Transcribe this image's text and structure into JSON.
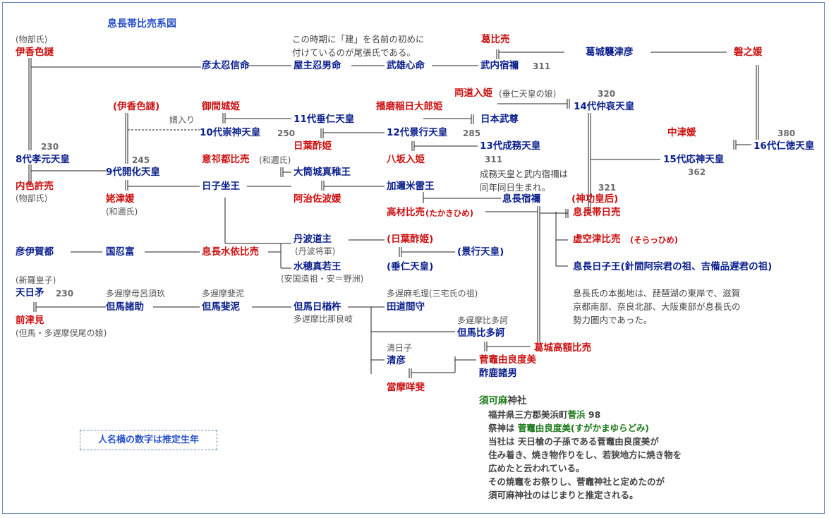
{
  "title": "息長帯比売系図",
  "legend": "人名横の数字は推定生年",
  "note_top": [
    "この時期に「建」を名前の初めに",
    "付けているのが尾張氏である。"
  ],
  "note_seimu": [
    "成務天皇と武内宿禰は",
    "同年同日生まれ。"
  ],
  "note_okinaga": [
    "息長氏の本拠地は、琵琶湖の東岸で、滋賀",
    "京都南部、奈良北部、大阪東部が息長氏の",
    "勢力圏内であった。"
  ],
  "sugama": {
    "shrine_a": "須可麻",
    "shrine_b": "神社",
    "addr_a": "福井県三方郡美浜町",
    "addr_b": "菅浜",
    "addr_c": " 98",
    "god_a": "祭神は ",
    "god_b": "菅竈由良度美(すがかまゆらどみ)",
    "lines": [
      "当社は 天日槍の子孫である菅竈由良度美が",
      "住み着き、焼き物作りをし、若狭地方に焼き物を",
      "広めたと云われている。",
      "その焼竈をお祭りし、菅竈神社と定めたのが",
      "須可麻神社のはじまりと推定される。"
    ]
  },
  "persons": {
    "mononobe1": "(物部氏)",
    "ikashikoo": "伊香色謎",
    "kogen": "8代孝元天皇",
    "n230a": "230",
    "utsushikome": "内色許売",
    "mononobe2": "(物部氏)",
    "hikofutoshi": "彦太忍信命",
    "yanushi": "屋主忍男命",
    "takeokokoro": "武雄心命",
    "takenouchi": "武内宿禰",
    "n311a": "311",
    "kazuraki_hime": "葛比売",
    "sotsuhiko": "葛城襲津彦",
    "iwanohime": "磐之媛",
    "ikashikoo2": "(伊香色謎)",
    "mukoiri": "婿入り",
    "kaika": "9代開化天皇",
    "n245": "245",
    "washitsu": "姥津媛",
    "wani1": "(和邇氏)",
    "mimaki": "御間城姫",
    "sujin": "10代崇神天皇",
    "n250": "250",
    "suinin": "11代垂仁天皇",
    "hibasu": "日葉酢姫",
    "okeatsu": "意祁都比売",
    "wani2": "(和邇氏)",
    "hikoimasu": "日子坐王",
    "ootsutsuki": "大筒城真稚王",
    "ajisaba": "阿治佐波媛",
    "harima": "播磨稲日大郎姫",
    "yamatotakeru": "日本武尊",
    "keiko": "12代景行天皇",
    "n285": "285",
    "yasakairi": "八坂入姫",
    "seimu": "13代成務天皇",
    "n311b": "311",
    "futaji": "両道入姫",
    "futaji_note": "(垂仁天皇の娘)",
    "n320": "320",
    "chuai": "14代仲哀天皇",
    "nakatsu": "中津媛",
    "ojin": "15代応神天皇",
    "n362": "362",
    "n380": "380",
    "nintoku": "16代仁徳天皇",
    "kamahime": "加邇米雷王",
    "okinaga_sukune": "息長宿禰",
    "takanuka": "高材比売",
    "takanuka_note": "(たかきひめ)",
    "jingu": "(神功皇后)",
    "n321": "321",
    "okinagatarashi": "息長帯日売",
    "kora": "虚空津比売",
    "kora_note": "(そらっひめ)",
    "okinagahikowake": "息長日子王(針間阿宗君の祖、吉備品遅君の祖)",
    "hikoigafu": "彦伊賀都",
    "kunioshi": "国忍富",
    "okinagamizu": "息長水依比売",
    "tanba": "丹波道主",
    "tanba_note": "(丹波将軍)",
    "mizuho": "水穂真若王",
    "mizuho_note": "(安国造祖・安＝野洲)",
    "hibasu2": "(日葉酢姫)",
    "keiko2": "(景行天皇)",
    "suinin2": "(垂仁天皇)",
    "shiragi": "(新羅皇子)",
    "amenohiboko": "天日矛",
    "n230b": "230",
    "matsumi": "前津見",
    "matsumi_note": "(但馬・多遅摩俣尾の娘)",
    "tajimamoro_pre": "多遅摩母呂須玖",
    "tajimamoro": "但馬諸助",
    "tajimahine_pre": "多遅摩斐泥",
    "tajimahine": "但馬斐泥",
    "tajimahinaraki": "但馬日楢杵",
    "tajimahinaraki_sub": "多遅摩比那良岐",
    "tamori_pre": "多遅麻毛理(三宅氏の祖)",
    "tamori": "田道間守",
    "tajimahitaka_pre": "多遅摩比多訶",
    "tajimahitaka": "但馬比多訶",
    "kiyohiko_pre": "清日子",
    "kiyohiko": "清彦",
    "kazuraki_takanuka": "葛城高額比売",
    "sugakama": "菅竈由良度美",
    "sukamoro": "酢鹿諸男",
    "tagima": "當摩咩斐"
  }
}
